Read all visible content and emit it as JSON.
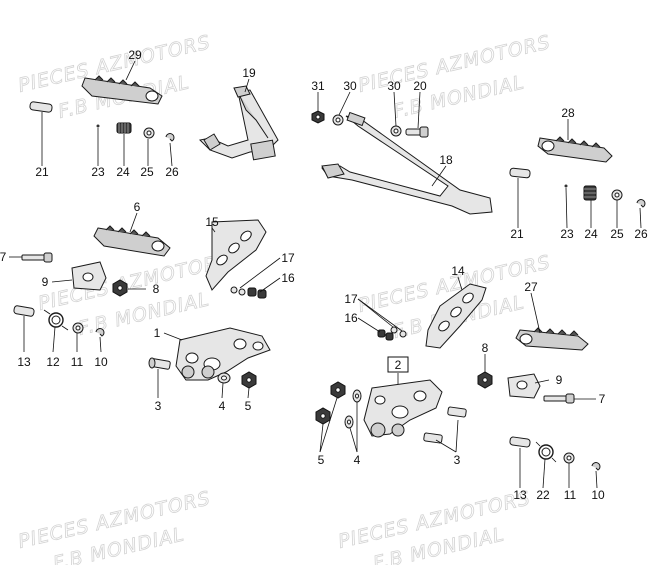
{
  "watermarks": [
    "PIECES AZMOTORS",
    "F.B MONDIAL",
    "PIECES AZMOTORS",
    "F.B MONDIAL",
    "PIECES AZMOTORS",
    "F.B MONDIAL",
    "PIECES AZMOTORS",
    "F.B MONDIAL",
    "PIECES AZMOTORS",
    "F.B MONDIAL",
    "PIECES AZMOTORS",
    "F.B MONDIAL"
  ],
  "callouts": [
    "29",
    "19",
    "31",
    "30",
    "30",
    "20",
    "18",
    "28",
    "21",
    "23",
    "24",
    "25",
    "26",
    "21",
    "23",
    "24",
    "25",
    "26",
    "6",
    "15",
    "17",
    "16",
    "7",
    "9",
    "8",
    "13",
    "12",
    "11",
    "10",
    "1",
    "3",
    "4",
    "5",
    "14",
    "17",
    "16",
    "27",
    "2",
    "8",
    "9",
    "7",
    "5",
    "4",
    "3",
    "13",
    "22",
    "11",
    "10"
  ]
}
